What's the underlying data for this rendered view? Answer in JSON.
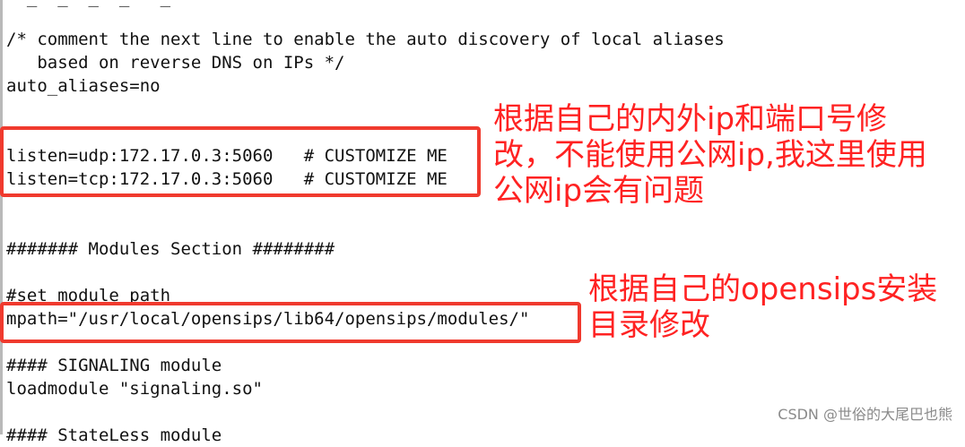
{
  "code_lines": [
    "/* comment the next line to enable the auto discovery of local aliases",
    "   based on reverse DNS on IPs */",
    "auto_aliases=no",
    "listen=udp:172.17.0.3:5060   # CUSTOMIZE ME",
    "listen=tcp:172.17.0.3:5060   # CUSTOMIZE ME",
    "####### Modules Section ########",
    "#set module path",
    "mpath=\"/usr/local/opensips/lib64/opensips/modules/\"",
    "#### SIGNALING module",
    "loadmodule \"signaling.so\"",
    "#### StateLess module"
  ],
  "annotations": {
    "listen_note": [
      "根据自己的内外ip和端口号修",
      "改，不能使用公网ip,我这里使用",
      "公网ip会有问题"
    ],
    "mpath_note": [
      "根据自己的opensips安装",
      "目录修改"
    ]
  },
  "watermark": "CSDN @世俗的大尾巴也熊",
  "colors": {
    "annotation": "#ff2222",
    "box_border": "#f03a2e",
    "code_text": "#111111",
    "watermark": "#8a8a8a"
  }
}
